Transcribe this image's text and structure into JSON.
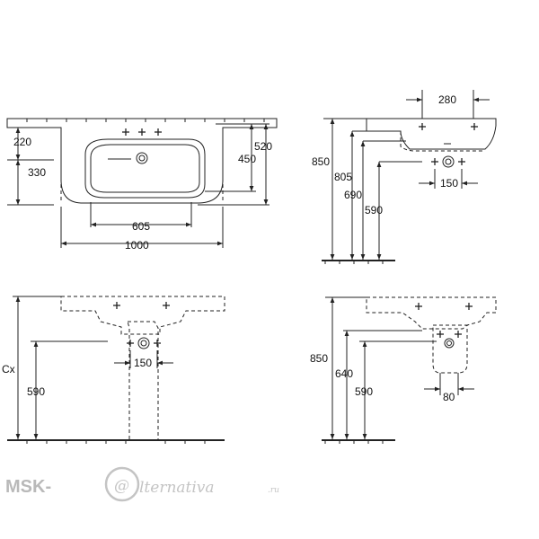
{
  "views": {
    "top": {
      "dims": [
        "220",
        "330",
        "520",
        "450",
        "605",
        "1000"
      ]
    },
    "side": {
      "dims": [
        "280",
        "850",
        "805",
        "690",
        "590",
        "150"
      ]
    },
    "front": {
      "dims": [
        "Cx",
        "590",
        "150"
      ]
    },
    "pedestal_side": {
      "dims": [
        "850",
        "640",
        "590",
        "80"
      ]
    }
  },
  "watermark": {
    "prefix": "MSK-",
    "at": "@",
    "script": "lternativa",
    "suffix": ".ru"
  },
  "colors": {
    "line": "#222222",
    "watermark": "#b9b9b9"
  }
}
